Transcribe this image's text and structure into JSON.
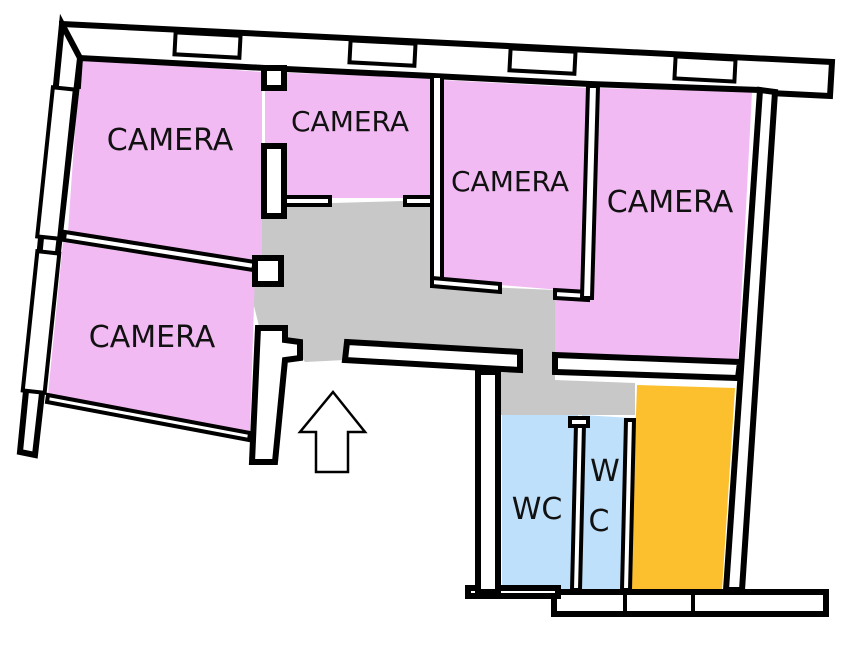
{
  "plan": {
    "rooms": [
      {
        "id": "camera-top-left",
        "label": "CAMERA",
        "kind": "bedroom"
      },
      {
        "id": "camera-top-middle",
        "label": "CAMERA",
        "kind": "bedroom"
      },
      {
        "id": "camera-middle",
        "label": "CAMERA",
        "kind": "bedroom"
      },
      {
        "id": "camera-right",
        "label": "CAMERA",
        "kind": "bedroom"
      },
      {
        "id": "camera-bottom-left",
        "label": "CAMERA",
        "kind": "bedroom"
      },
      {
        "id": "wc-left",
        "label": "WC",
        "kind": "bathroom"
      },
      {
        "id": "wc-right",
        "label_line1": "W",
        "label_line2": "C",
        "kind": "bathroom"
      },
      {
        "id": "storage-yellow",
        "label": "",
        "kind": "other"
      },
      {
        "id": "corridor",
        "label": "",
        "kind": "hallway"
      }
    ],
    "entrance": {
      "icon": "up-arrow-icon"
    },
    "colors": {
      "bedroom": "#f2baf2",
      "bathroom": "#bfe0fa",
      "hallway": "#c8c8c8",
      "other": "#fcc02f",
      "wall": "#000000"
    }
  }
}
